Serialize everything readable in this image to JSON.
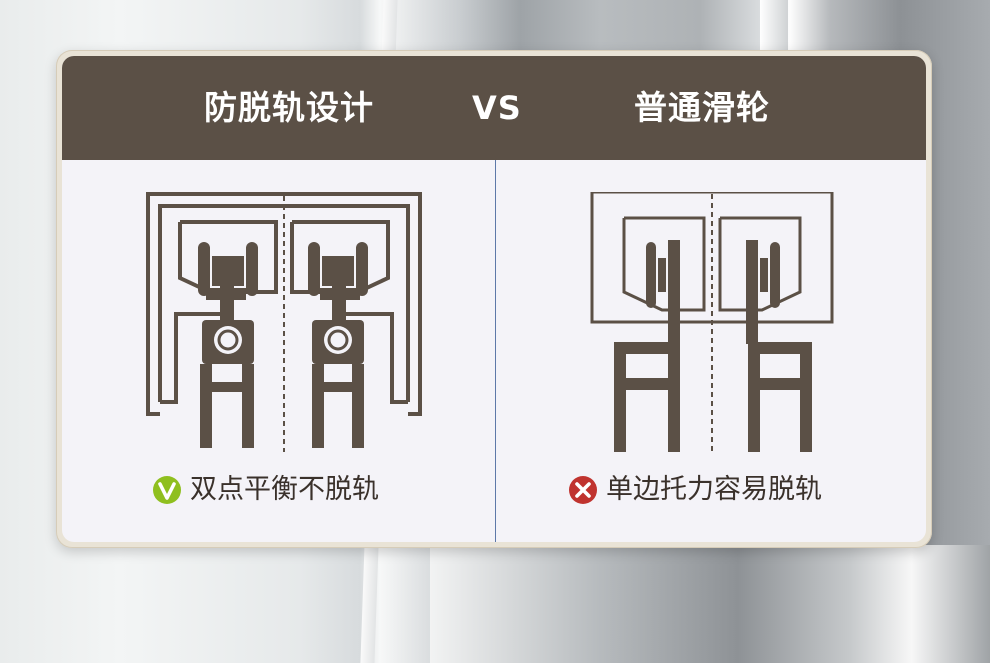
{
  "header": {
    "left_title": "防脱轨设计",
    "vs": "VS",
    "right_title": "普通滑轮"
  },
  "left_panel": {
    "caption": "双点平衡不脱轨",
    "icon": "check-circle-icon"
  },
  "right_panel": {
    "caption": "单边托力容易脱轨",
    "icon": "cross-circle-icon"
  },
  "colors": {
    "header_bg": "#5b5046",
    "panel_bg": "#f4f3f8",
    "diagram": "#5b5046",
    "check": "#8fbf1f",
    "cross": "#c0332f",
    "divider": "#5d78a8"
  }
}
